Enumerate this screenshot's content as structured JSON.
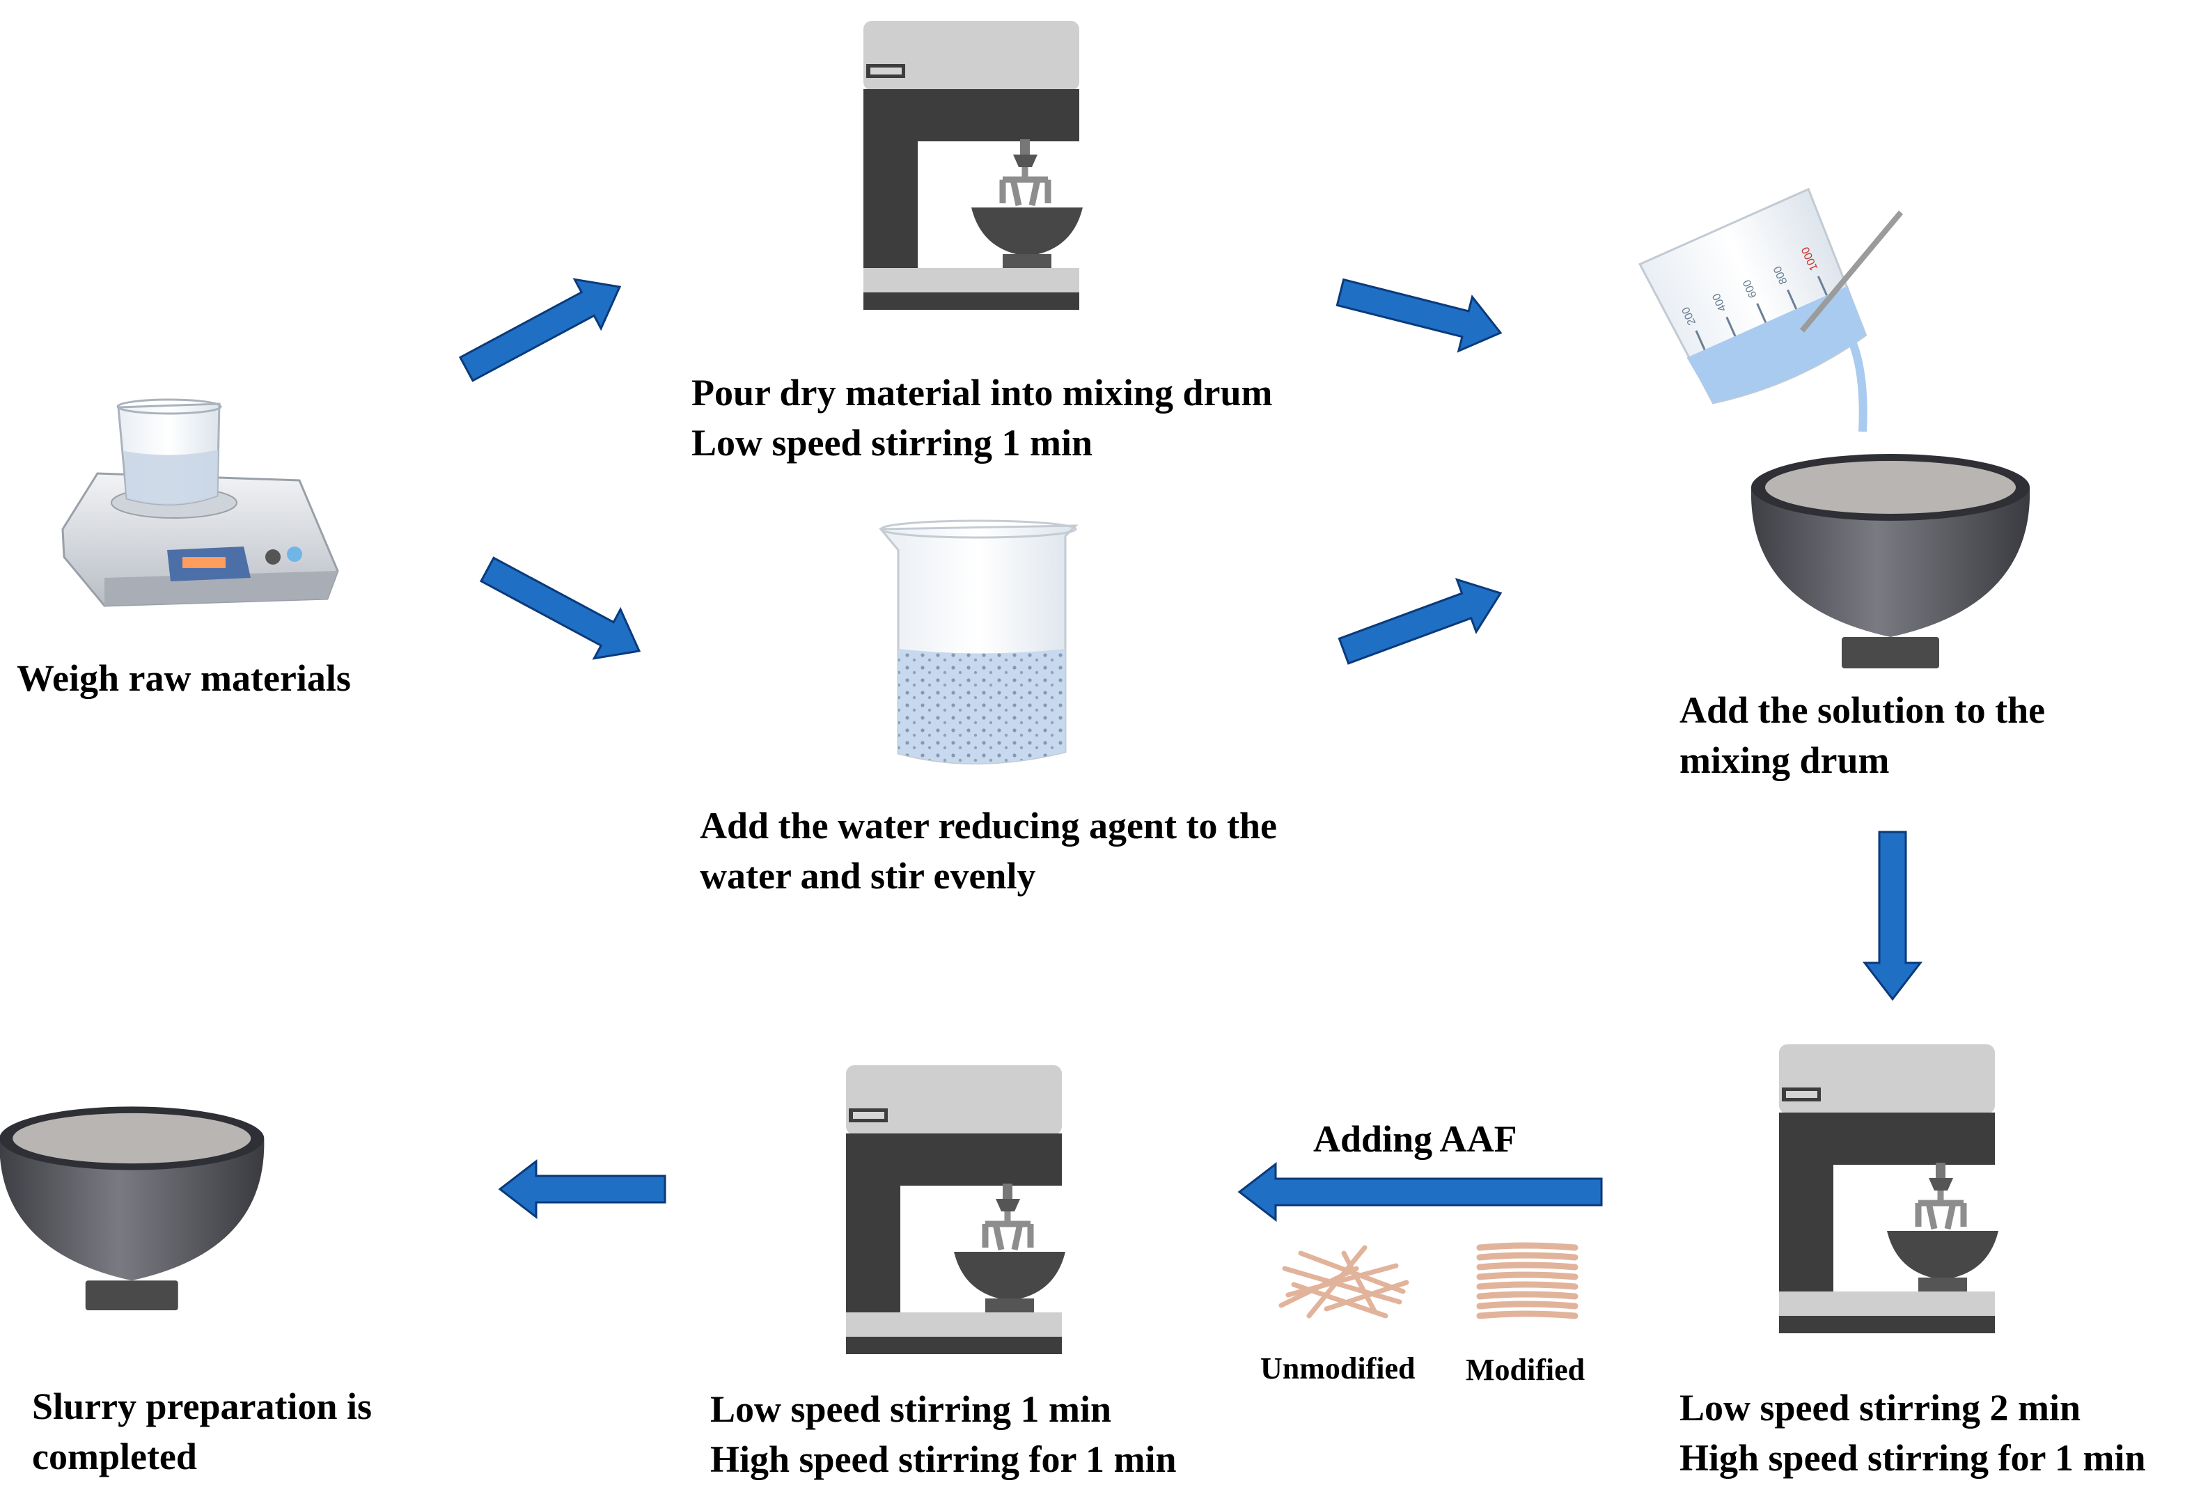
{
  "colors": {
    "arrow_fill": "#1f6fc5",
    "arrow_stroke": "#0b3a7a",
    "mixer_dark": "#3d3d3d",
    "mixer_light": "#cfcfcf",
    "bowl_body": "#5f6068",
    "bowl_inner": "#b9b5b2",
    "water": "#a9cbef",
    "fiber": "#e6b8a0"
  },
  "steps": {
    "weigh": {
      "icon": "scale-with-beaker",
      "line1": "Weigh raw materials"
    },
    "dry_mix": {
      "icon": "stand-mixer",
      "line1": "Pour dry material into mixing drum",
      "line2": "Low speed stirring 1 min"
    },
    "water_agent": {
      "icon": "beaker-with-solution",
      "line1": "Add the water reducing agent to the",
      "line2": "water and stir evenly"
    },
    "add_solution": {
      "icon": "pouring-beaker-into-bowl",
      "line1": "Add the solution to the",
      "line2": "mixing drum"
    },
    "stir_2min": {
      "icon": "stand-mixer",
      "line1": "Low speed stirring 2 min",
      "line2": "High speed stirring for 1 min"
    },
    "stir_after_aaf": {
      "icon": "stand-mixer",
      "line1": "Low speed stirring 1 min",
      "line2": "High speed stirring for 1 min"
    },
    "completed": {
      "icon": "mixing-bowl",
      "line1": "Slurry preparation is",
      "line2": "completed"
    }
  },
  "aaf": {
    "title": "Adding AAF",
    "unmodified_label": "Unmodified",
    "modified_label": "Modified"
  },
  "beaker_scale": [
    "200",
    "400",
    "600",
    "800",
    "1000"
  ]
}
